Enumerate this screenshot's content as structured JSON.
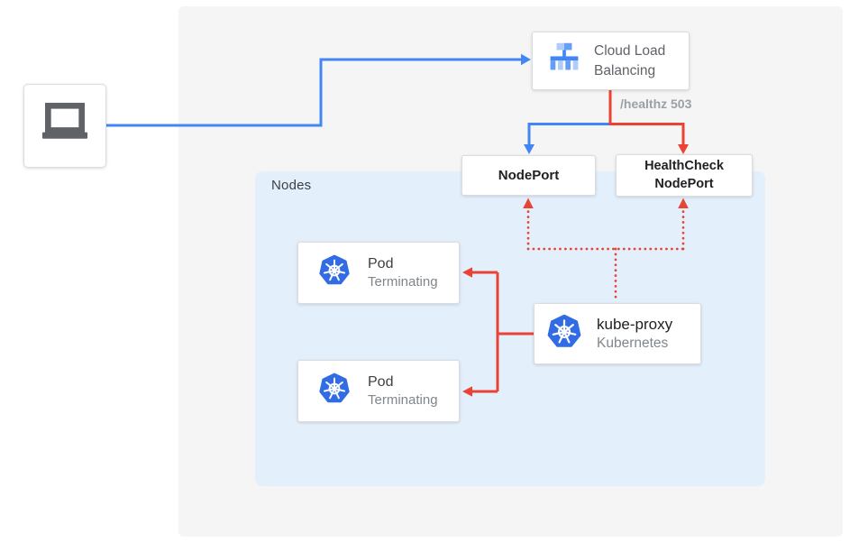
{
  "palette": {
    "line_blue": "#4285f4",
    "line_red": "#ea4335",
    "panel_gray": "#f5f5f5",
    "nodes_panel_blue": "#e3f0fc",
    "box_border_gray": "#dadce0",
    "text_dark": "#202124",
    "text_medium_gray": "#5f6368",
    "text_light_gray": "#9aa0a6",
    "kubernetes_blue": "#326ce5",
    "lb_icon_light_blue": "#aecbfa",
    "lb_icon_mid_blue": "#669df6",
    "lb_icon_blue": "#4285f4",
    "laptop_icon_gray": "#5f6368"
  },
  "diagram": {
    "client": {
      "icon": "laptop-icon"
    },
    "cloud_load_balancing": {
      "label": "Cloud Load Balancing",
      "icon": "cloud-load-balancing-icon"
    },
    "healthz_label": "/healthz 503",
    "nodeport": {
      "label": "NodePort"
    },
    "healthcheck_nodeport": {
      "label": "HealthCheck NodePort"
    },
    "nodes_panel": {
      "label": "Nodes"
    },
    "pods": [
      {
        "title": "Pod",
        "status": "Terminating",
        "icon": "kubernetes-icon"
      },
      {
        "title": "Pod",
        "status": "Terminating",
        "icon": "kubernetes-icon"
      }
    ],
    "kube_proxy": {
      "title": "kube-proxy",
      "subtitle": "Kubernetes",
      "icon": "kubernetes-icon"
    }
  }
}
